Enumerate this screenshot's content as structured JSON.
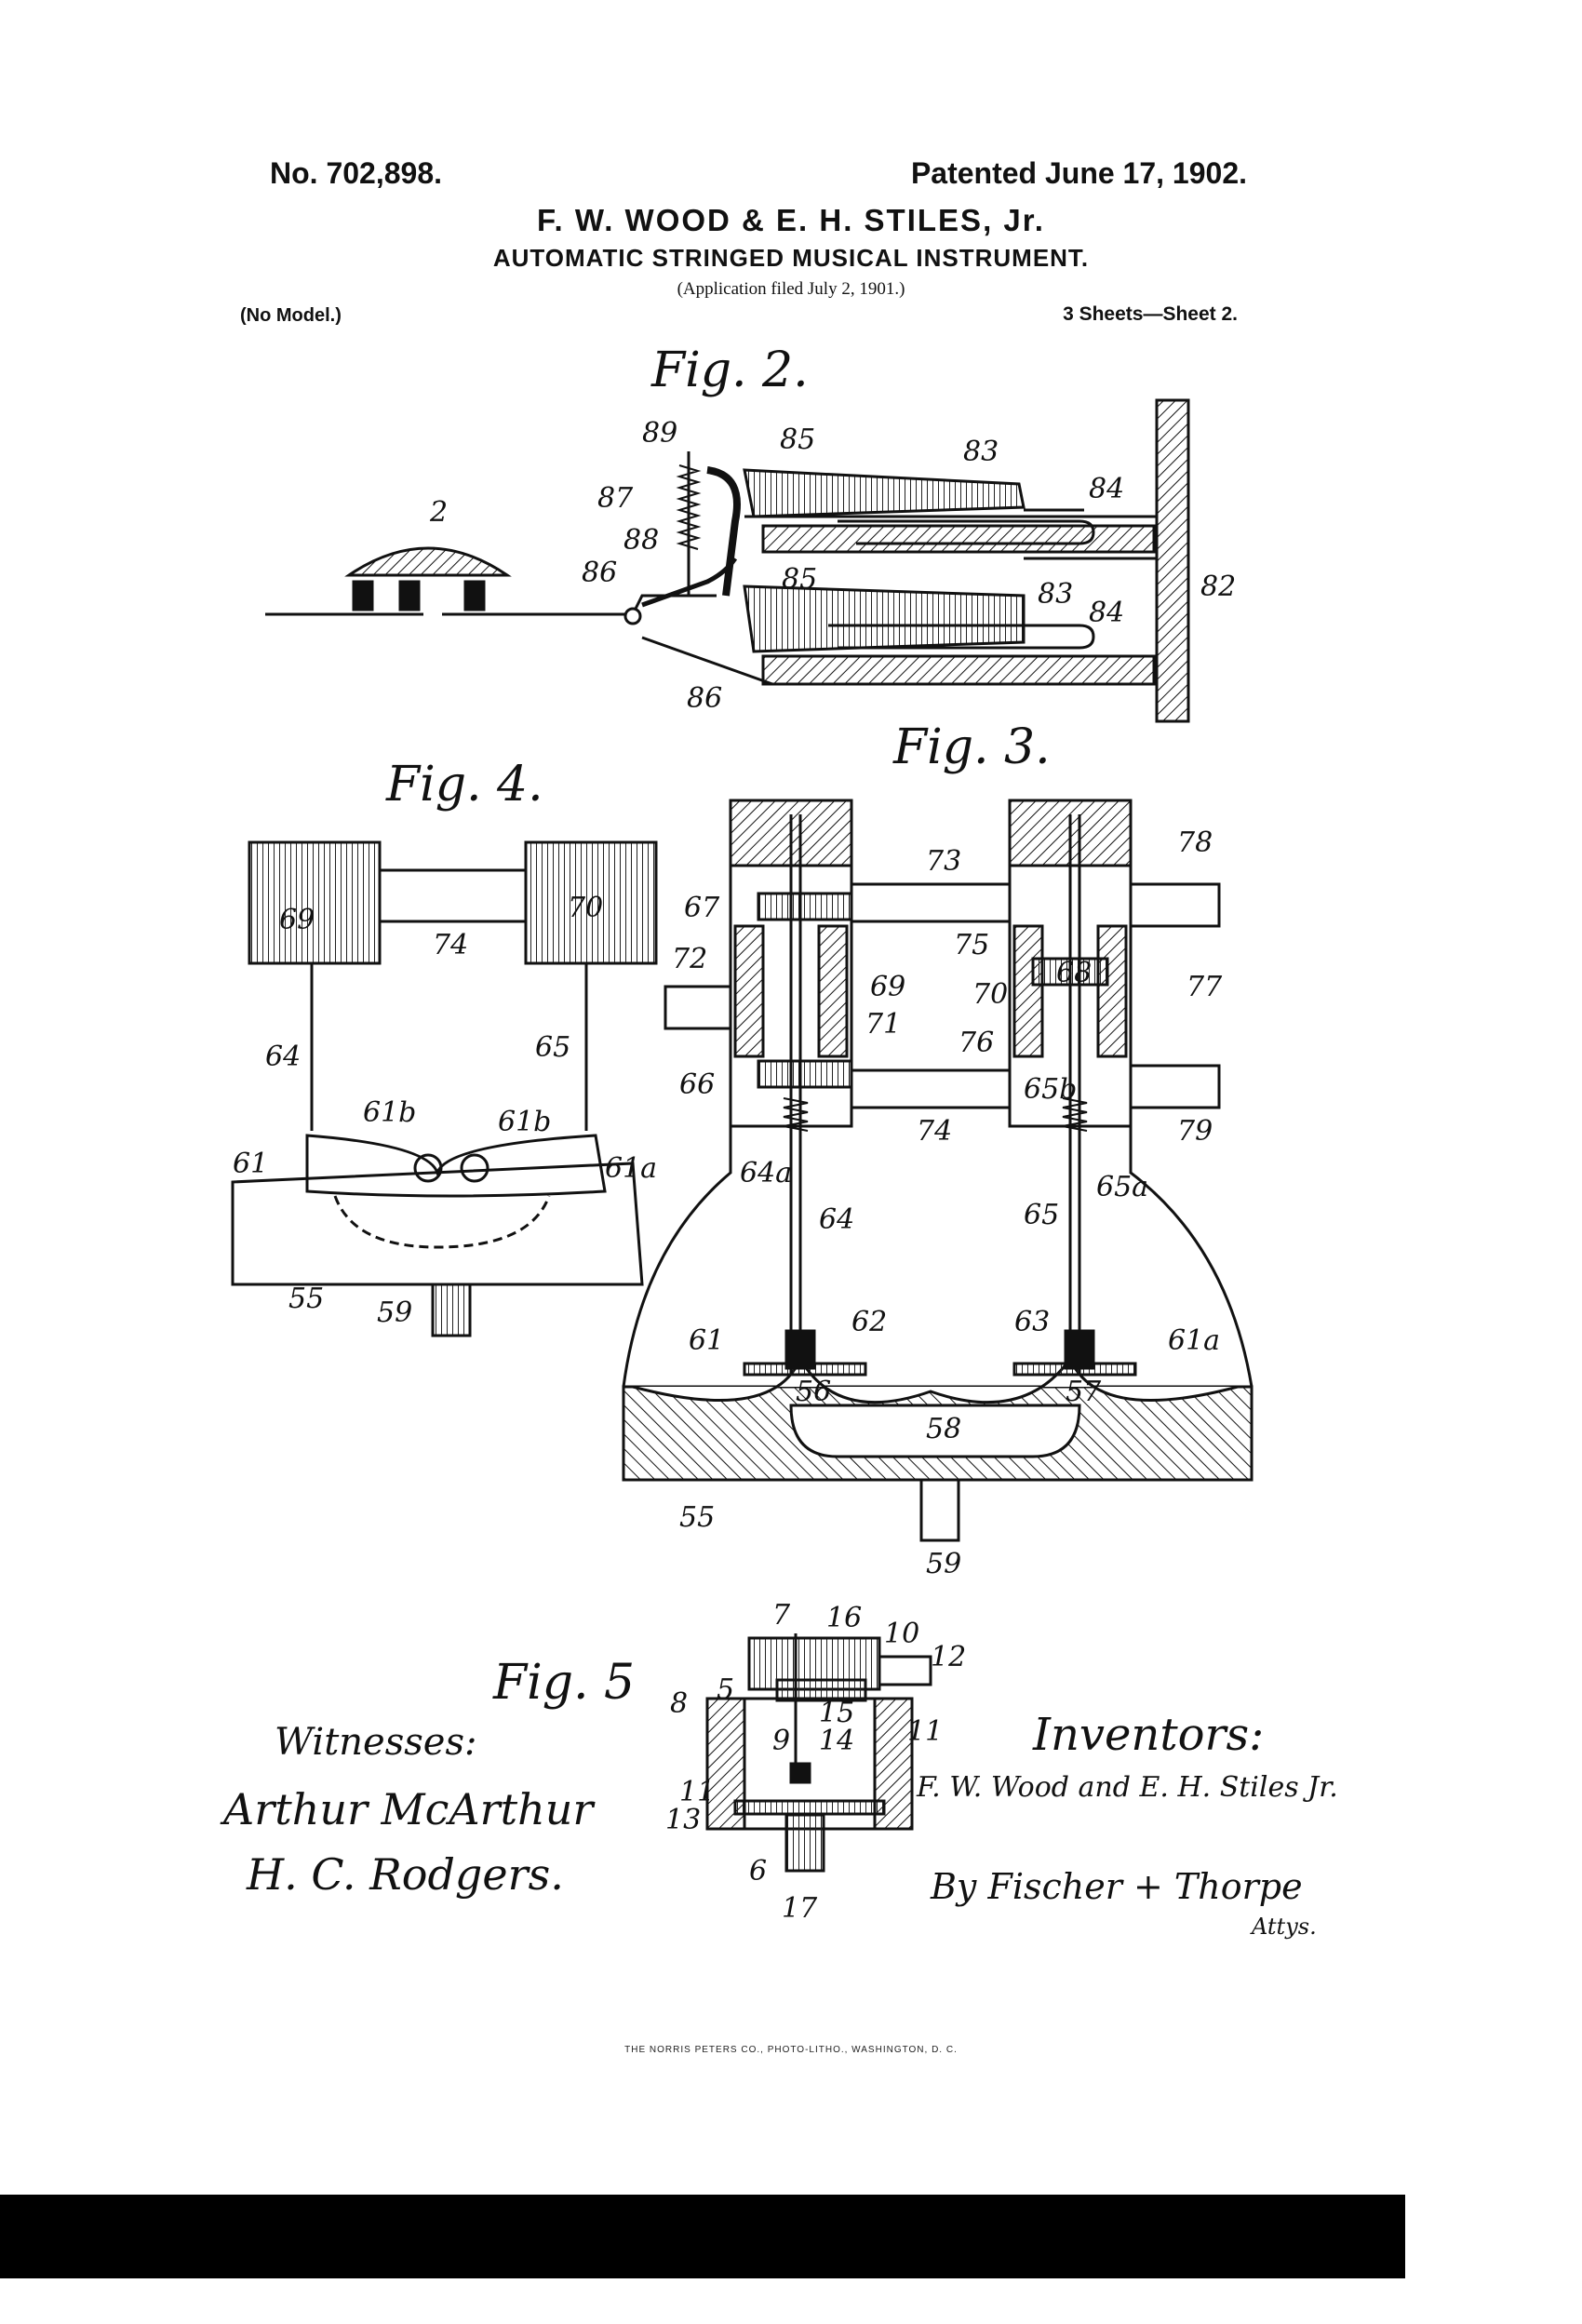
{
  "header": {
    "patent_number": "No. 702,898.",
    "patent_date": "Patented June 17, 1902.",
    "inventors_line": "F. W. WOOD & E. H. STILES, Jr.",
    "title": "AUTOMATIC STRINGED MUSICAL INSTRUMENT.",
    "application": "(Application filed July 2, 1901.)",
    "model": "(No Model.)",
    "sheets": "3 Sheets—Sheet 2."
  },
  "figures": {
    "fig2": {
      "title": "Fig. 2.",
      "labels": [
        "89",
        "85",
        "83",
        "2",
        "87",
        "84",
        "88",
        "86",
        "85",
        "83",
        "84",
        "82",
        "86"
      ]
    },
    "fig3": {
      "title": "Fig. 3.",
      "labels": [
        "73",
        "78",
        "67",
        "72",
        "75",
        "68",
        "77",
        "69",
        "70",
        "71",
        "76",
        "66",
        "65b",
        "74",
        "79",
        "64a",
        "65a",
        "64",
        "65",
        "61",
        "62",
        "63",
        "61a",
        "56",
        "57",
        "58",
        "55",
        "59"
      ]
    },
    "fig4": {
      "title": "Fig. 4.",
      "labels": [
        "69",
        "70",
        "74",
        "64",
        "65",
        "61b",
        "61b",
        "61",
        "61a",
        "55",
        "59"
      ]
    },
    "fig5": {
      "title": "Fig. 5",
      "labels": [
        "7",
        "16",
        "10",
        "12",
        "8",
        "5",
        "15",
        "9",
        "14",
        "11",
        "11",
        "13",
        "6",
        "17"
      ]
    }
  },
  "witnesses": {
    "heading": "Witnesses:",
    "names": [
      "Arthur McArthur",
      "H. C. Rodgers."
    ]
  },
  "inventors": {
    "heading": "Inventors:",
    "names": "F. W. Wood and E. H. Stiles Jr.",
    "attorneys": "By Fischer + Thorpe",
    "attorneys_suffix": "Attys."
  },
  "printer": "THE NORRIS PETERS CO., PHOTO-LITHO., WASHINGTON, D. C."
}
